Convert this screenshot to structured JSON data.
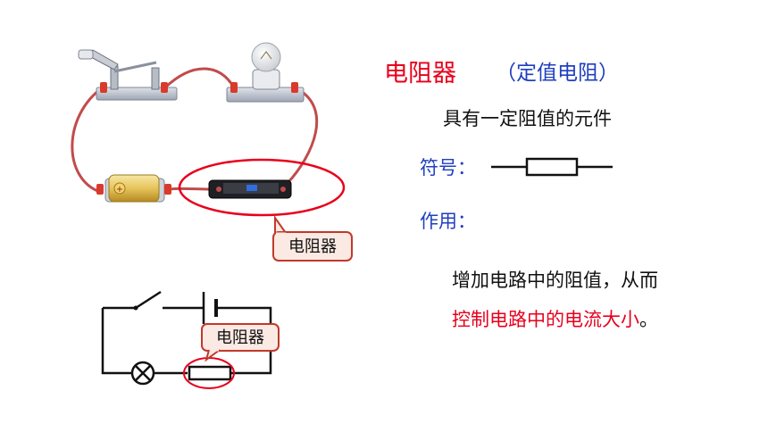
{
  "heading": {
    "title": "电阻器",
    "subtitle": "（定值电阻）"
  },
  "definition": "具有一定阻值的元件",
  "symbol": {
    "label": "符号："
  },
  "usage": {
    "label": "作用：",
    "line1": "增加电路中的阻值，从而",
    "line2_red": "控制电路中的电流大小",
    "line2_end": "。"
  },
  "photo_diagram": {
    "callout": "电阻器"
  },
  "circuit_diagram": {
    "callout": "电阻器"
  },
  "colors": {
    "accent_red": "#e8001c",
    "label_blue": "#1f3fbf",
    "callout_bg": "#fbe9e3",
    "callout_border": "#c0392b"
  }
}
